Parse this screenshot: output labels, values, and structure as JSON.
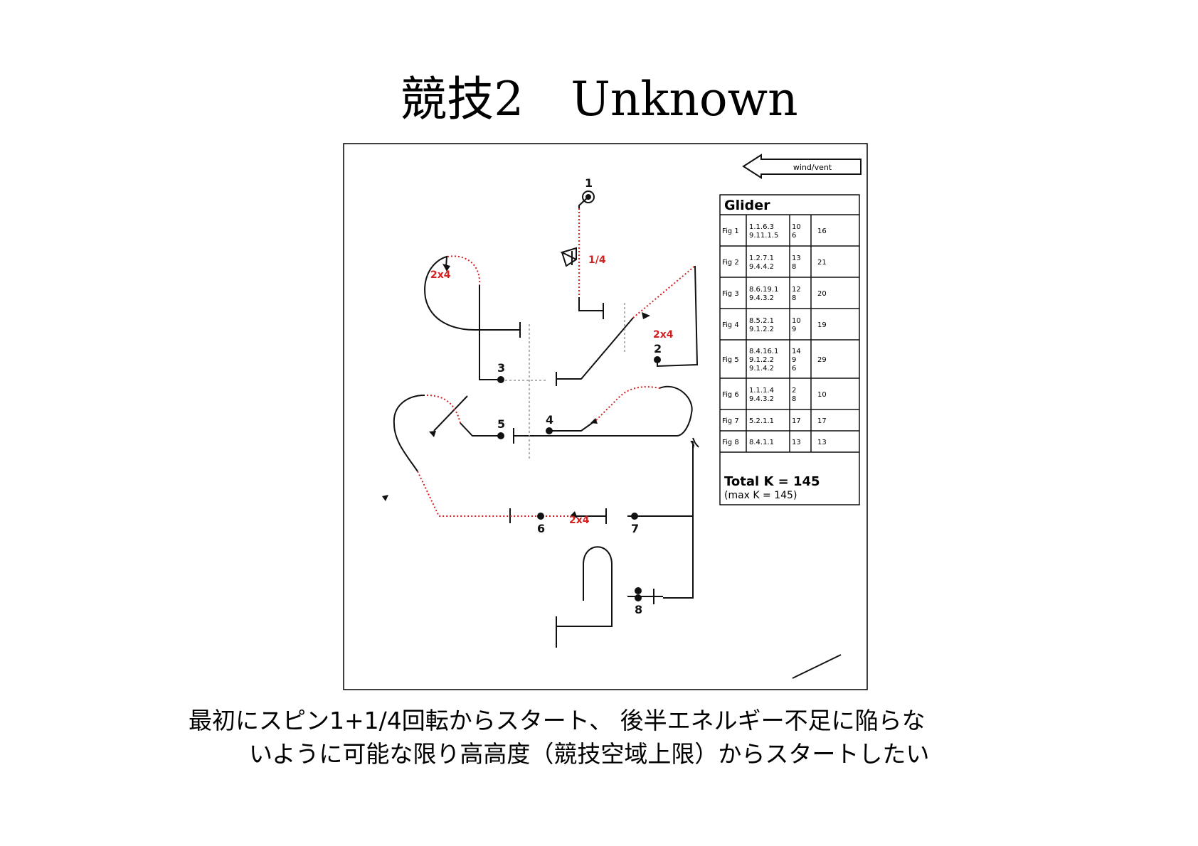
{
  "slide": {
    "title": "競技2　Unknown",
    "caption_line1": "最初にスピン1+1/4回転からスタート、 後半エネルギー不足に陥らな",
    "caption_line2": "いように可能な限り高高度（競技空域上限）からスタートしたい"
  },
  "diagram": {
    "wind_label": "wind/vent",
    "figure_numbers": [
      "1",
      "2",
      "3",
      "4",
      "5",
      "6",
      "7",
      "8"
    ],
    "annotations": {
      "spin": "1/4",
      "roll_a": "2x4",
      "roll_b": "2x4",
      "roll_c": "2x4"
    },
    "colors": {
      "line": "#111111",
      "accent": "#d42020"
    }
  },
  "glider_table": {
    "heading": "Glider",
    "rows": [
      {
        "fig": "Fig 1",
        "codes": [
          "1.1.6.3",
          "9.11.1.5"
        ],
        "k_parts": [
          "10",
          "6"
        ],
        "k_total": "16"
      },
      {
        "fig": "Fig 2",
        "codes": [
          "1.2.7.1",
          "9.4.4.2"
        ],
        "k_parts": [
          "13",
          "8"
        ],
        "k_total": "21"
      },
      {
        "fig": "Fig 3",
        "codes": [
          "8.6.19.1",
          "9.4.3.2"
        ],
        "k_parts": [
          "12",
          "8"
        ],
        "k_total": "20"
      },
      {
        "fig": "Fig 4",
        "codes": [
          "8.5.2.1",
          "9.1.2.2"
        ],
        "k_parts": [
          "10",
          "9"
        ],
        "k_total": "19"
      },
      {
        "fig": "Fig 5",
        "codes": [
          "8.4.16.1",
          "9.1.2.2",
          "9.1.4.2"
        ],
        "k_parts": [
          "14",
          "9",
          "6"
        ],
        "k_total": "29"
      },
      {
        "fig": "Fig 6",
        "codes": [
          "1.1.1.4",
          "9.4.3.2"
        ],
        "k_parts": [
          "2",
          "8"
        ],
        "k_total": "10"
      },
      {
        "fig": "Fig 7",
        "codes": [
          "5.2.1.1"
        ],
        "k_parts": [
          "17"
        ],
        "k_total": "17"
      },
      {
        "fig": "Fig 8",
        "codes": [
          "8.4.1.1"
        ],
        "k_parts": [
          "13"
        ],
        "k_total": "13"
      }
    ],
    "total": "Total K = 145",
    "max": "(max K = 145)"
  }
}
